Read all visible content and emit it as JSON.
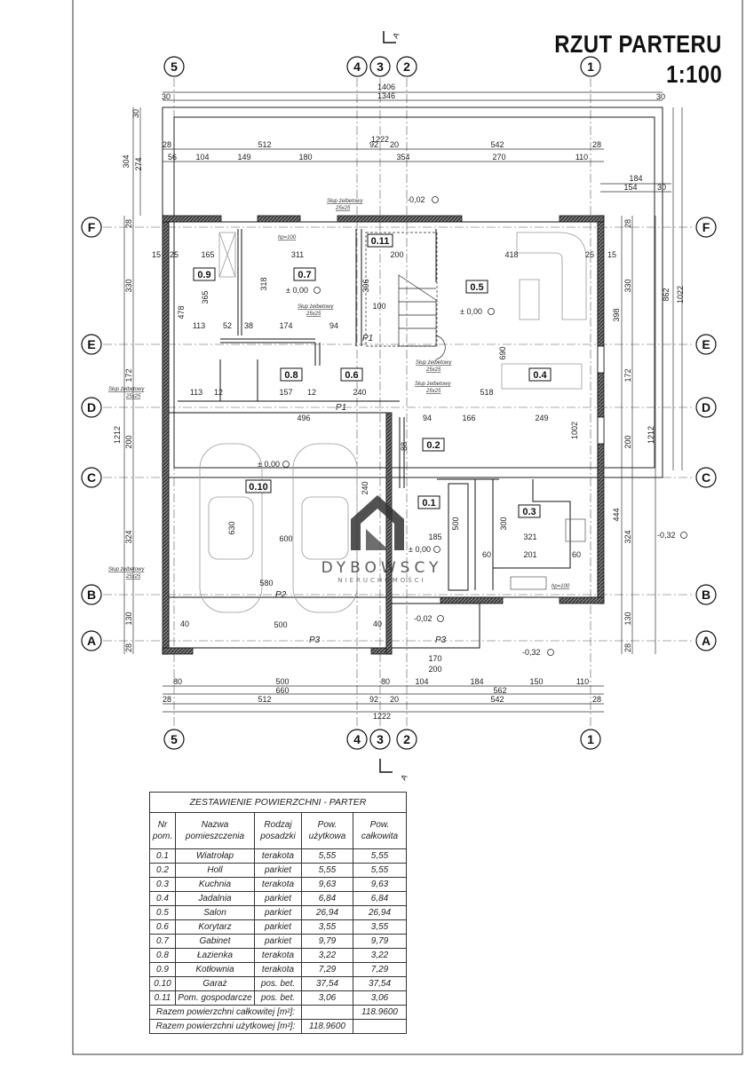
{
  "title": {
    "line1": "RZUT PARTERU",
    "line2": "1:100"
  },
  "axes": {
    "columns": [
      "5",
      "4",
      "3",
      "2",
      "1"
    ],
    "rows": [
      "F",
      "E",
      "D",
      "C",
      "B",
      "A"
    ]
  },
  "section_mark": "A",
  "rooms": [
    "0.1",
    "0.2",
    "0.3",
    "0.4",
    "0.5",
    "0.6",
    "0.7",
    "0.8",
    "0.9",
    "0.10",
    "0.11"
  ],
  "levels": [
    "-0,02",
    "± 0,00",
    "± 0,00",
    "± 0,00",
    "± 0,00",
    "-0,02",
    "-0,32",
    "-0,32"
  ],
  "notes": {
    "column": "Słup żelbetowy",
    "column_size": "25x25",
    "hp": "hp=100",
    "p1": "P1",
    "p2": "P2",
    "p3": "P3"
  },
  "dims": {
    "top_total": [
      "1406",
      "1346",
      "1222"
    ],
    "top_row1": [
      "28",
      "512",
      "92",
      "20",
      "542",
      "28"
    ],
    "top_row2": [
      "56",
      "104",
      "149",
      "180",
      "354",
      "270",
      "110"
    ],
    "top_left": [
      "304",
      "274",
      "30"
    ],
    "top_right": [
      "184",
      "154",
      "30",
      "30",
      "30"
    ],
    "left": [
      "28",
      "330",
      "172",
      "200",
      "324",
      "130",
      "28",
      "1212"
    ],
    "right": [
      "28",
      "330",
      "172",
      "200",
      "324",
      "130",
      "28",
      "398",
      "444",
      "1002",
      "862",
      "1022",
      "1212"
    ],
    "bottom_row1": [
      "80",
      "500",
      "80",
      "104",
      "184",
      "150",
      "110"
    ],
    "bottom_row2": [
      "660",
      "562"
    ],
    "bottom_row3": [
      "28",
      "512",
      "92",
      "20",
      "542",
      "28"
    ],
    "bottom_total": "1222",
    "interior": [
      "165",
      "311",
      "200",
      "418",
      "365",
      "318",
      "306",
      "100",
      "478",
      "113",
      "52",
      "38",
      "174",
      "94",
      "113",
      "12",
      "157",
      "12",
      "240",
      "518",
      "690",
      "496",
      "94",
      "166",
      "249",
      "600",
      "580",
      "500",
      "40",
      "40",
      "185",
      "321",
      "201",
      "60",
      "60",
      "170",
      "200",
      "240",
      "630",
      "88",
      "500",
      "300",
      "15",
      "15",
      "25",
      "25"
    ]
  },
  "watermark": {
    "name": "DYBOWSCY",
    "sub": "NIERUCHOMOŚCI"
  },
  "table": {
    "caption": "ZESTAWIENIE POWIERZCHNI - PARTER",
    "headers": [
      "Nr pom.",
      "Nazwa pomieszczenia",
      "Rodzaj posadzki",
      "Pow. użytkowa",
      "Pow. całkowita"
    ],
    "rows": [
      [
        "0.1",
        "Wiatrołap",
        "terakota",
        "5,55",
        "5,55"
      ],
      [
        "0.2",
        "Holl",
        "parkiet",
        "5,55",
        "5,55"
      ],
      [
        "0.3",
        "Kuchnia",
        "terakota",
        "9,63",
        "9,63"
      ],
      [
        "0.4",
        "Jadalnia",
        "parkiet",
        "6,84",
        "6,84"
      ],
      [
        "0.5",
        "Salon",
        "parkiet",
        "26,94",
        "26,94"
      ],
      [
        "0.6",
        "Korytarz",
        "parkiet",
        "3,55",
        "3,55"
      ],
      [
        "0.7",
        "Gabinet",
        "parkiet",
        "9,79",
        "9,79"
      ],
      [
        "0.8",
        "Łazienka",
        "terakota",
        "3,22",
        "3,22"
      ],
      [
        "0.9",
        "Kotłownia",
        "terakota",
        "7,29",
        "7,29"
      ],
      [
        "0.10",
        "Garaż",
        "pos. bet.",
        "37,54",
        "37,54"
      ],
      [
        "0.11",
        "Pom. gospodarcze",
        "pos. bet.",
        "3,06",
        "3,06"
      ]
    ],
    "total_gross_label": "Razem powierzchni całkowitej [m²]:",
    "total_gross": "118.9600",
    "total_usable_label": "Razem powierzchni użytkowej [m²]:",
    "total_usable": "118.9600"
  }
}
